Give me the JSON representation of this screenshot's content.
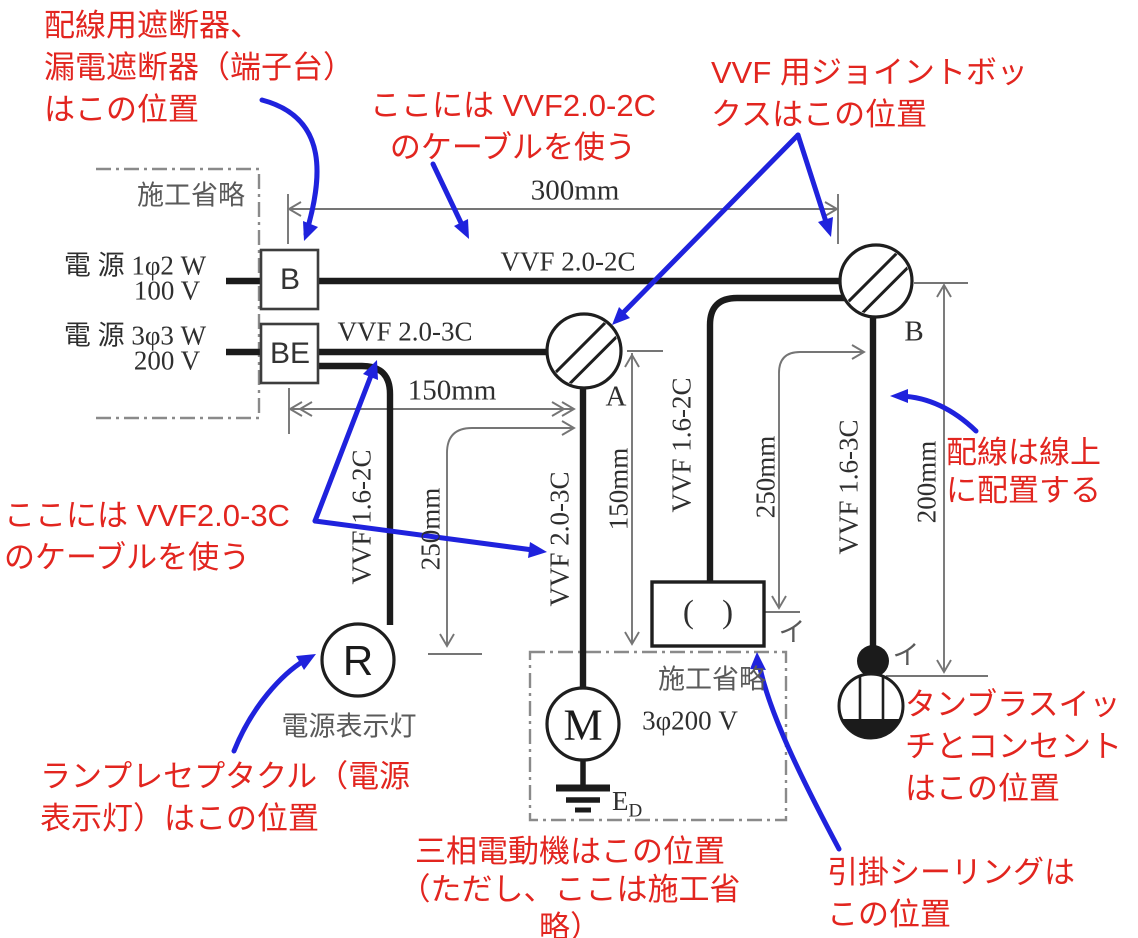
{
  "colors": {
    "annotation_red": "#e2251f",
    "arrow_blue": "#1f22dd",
    "wire_black": "#1b1b1b",
    "dimension_gray": "#757575"
  },
  "annotations": {
    "breaker_position": "配線用遮断器、\n漏電遮断器（端子台）\nはこの位置",
    "vvf202c_cable": "ここには VVF2.0-2C\nのケーブルを使う",
    "joint_box_position": "VVF 用ジョイントボッ\nクスはこの位置",
    "vvf203c_cable": "ここには VVF2.0-3C\nのケーブルを使う",
    "wiring_on_line": "配線は線上\nに配置する",
    "lamp_receptacle_position": "ランプレセプタクル（電源\n表示灯）はこの位置",
    "motor_position": "三相電動機はこの位置\n（ただし、ここは施工省略）",
    "ceiling_rose_position": "引掛シーリングは\nこの位置",
    "switch_outlet_position": "タンブラスイッ\nチとコンセント\nはこの位置"
  },
  "sources": {
    "source1_name": "電 源 1φ2 W",
    "source1_voltage": "100 V",
    "source2_name": "電 源 3φ3 W",
    "source2_voltage": "200 V"
  },
  "construction": {
    "omitted_top": "施工省略",
    "omitted_bottom": "施工省略"
  },
  "devices": {
    "breaker_label": "B",
    "elb_label": "BE",
    "joint_a_label": "A",
    "joint_b_label": "B",
    "receptacle_letter": "R",
    "receptacle_caption": "電源表示灯",
    "motor_letter": "M",
    "motor_rating": "3φ200 V",
    "ceiling_rose_glyph": "( )",
    "ground_label_main": "E",
    "ground_label_sub": "D",
    "switch_circuit_label": "イ",
    "ceiling_circuit_label": "イ"
  },
  "cables": {
    "top_run": "VVF 2.0-2C",
    "be_run": "VVF 2.0-3C",
    "receptacle_run": "VVF 1.6-2C",
    "motor_run": "VVF 2.0-3C",
    "ceiling_run": "VVF 1.6-2C",
    "switch_run": "VVF 1.6-3C"
  },
  "dimensions": {
    "top_span": "300mm",
    "be_to_a_span": "150mm",
    "receptacle_drop": "250mm",
    "a_drop": "150mm",
    "ceiling_drop": "250mm",
    "switch_drop": "200mm"
  }
}
